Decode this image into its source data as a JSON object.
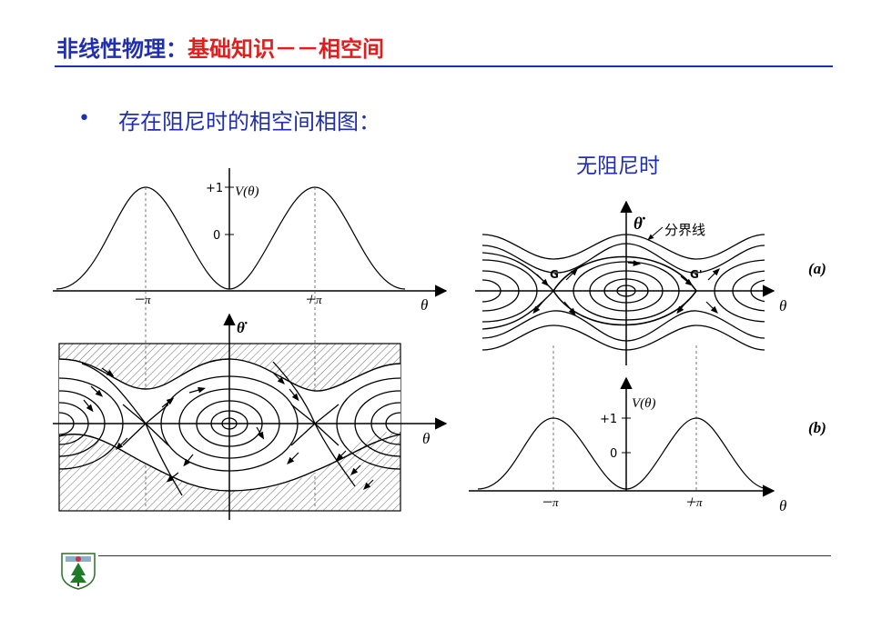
{
  "header": {
    "title_prefix": "非线性物理：",
    "title_main": "基础知识－－相空间"
  },
  "bullet": {
    "text": "存在阻尼时的相空间相图："
  },
  "right_caption": "无阻尼时",
  "left_potential": {
    "y_label": "V(θ)",
    "tick_top": "+1",
    "tick_zero": "0",
    "x_tick_neg": "－π",
    "x_tick_pos": "＋π",
    "x_label": "θ"
  },
  "left_phase": {
    "y_label": "θ̇",
    "x_label": "θ"
  },
  "right_phase": {
    "y_label": "θ̇",
    "separatrix_label": "分界线",
    "g_left": "G",
    "g_right": "G'",
    "panel_tag": "(a)",
    "x_label": "θ"
  },
  "right_potential": {
    "y_label": "V(θ)",
    "tick_top": "+1",
    "tick_zero": "0",
    "x_tick_neg": "－π",
    "x_tick_pos": "＋π",
    "panel_tag": "(b)",
    "x_label": "θ"
  },
  "colors": {
    "title_blue": "#1f2fb0",
    "title_red": "#e01e1e"
  }
}
